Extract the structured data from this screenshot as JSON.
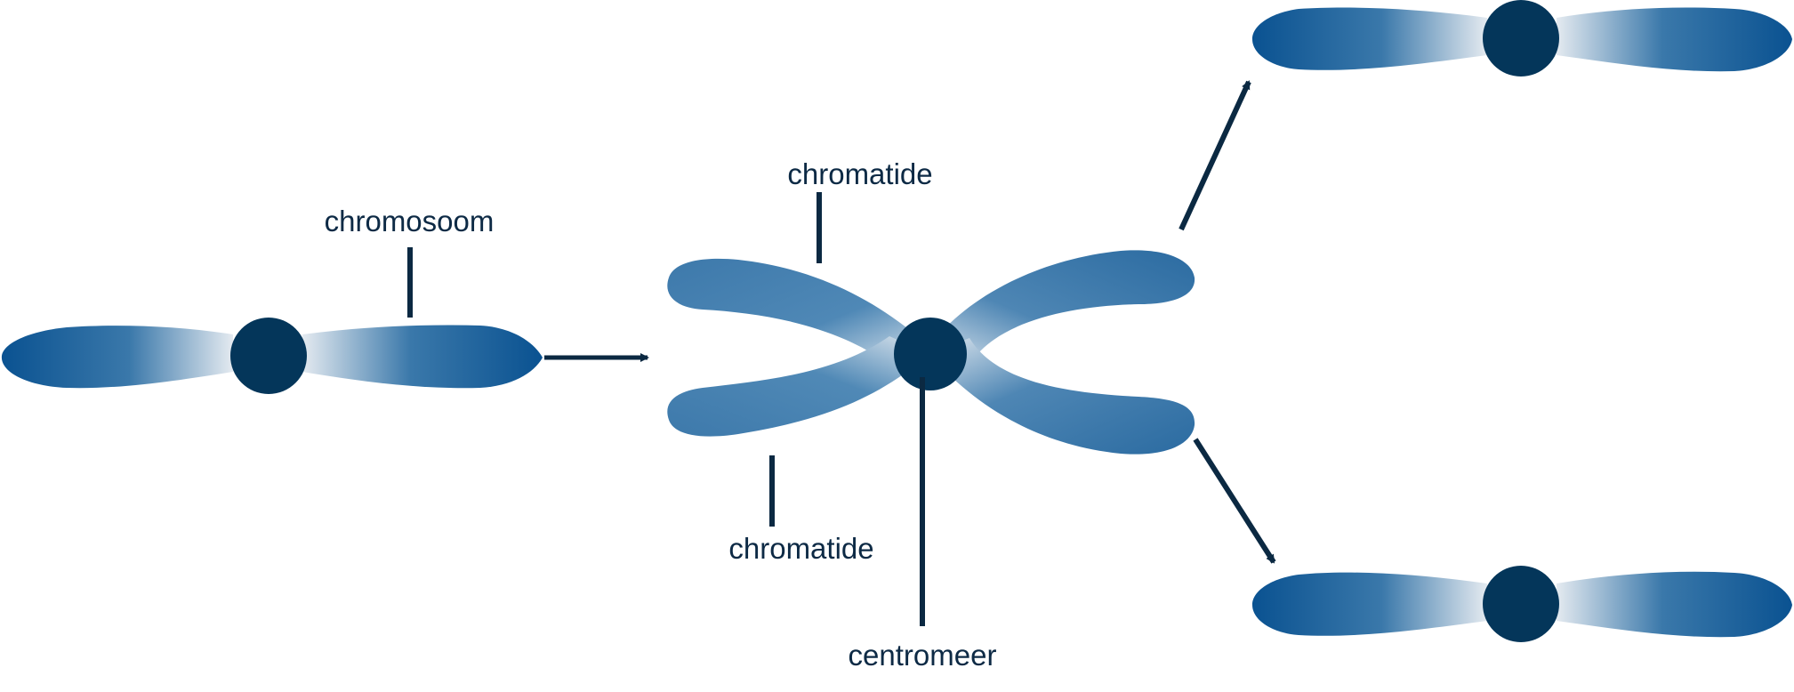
{
  "labels": {
    "chromosome": "chromosoom",
    "chromatid_top": "chromatide",
    "chromatid_bottom": "chromatide",
    "centromere": "centromeer"
  },
  "colors": {
    "arm_dark": "#0a4f8e",
    "arm_mid": "#2a6fa3",
    "arm_light": "#e4eaf0",
    "centromere": "#04365a",
    "line": "#0b2942",
    "text": "#0d2a45"
  }
}
